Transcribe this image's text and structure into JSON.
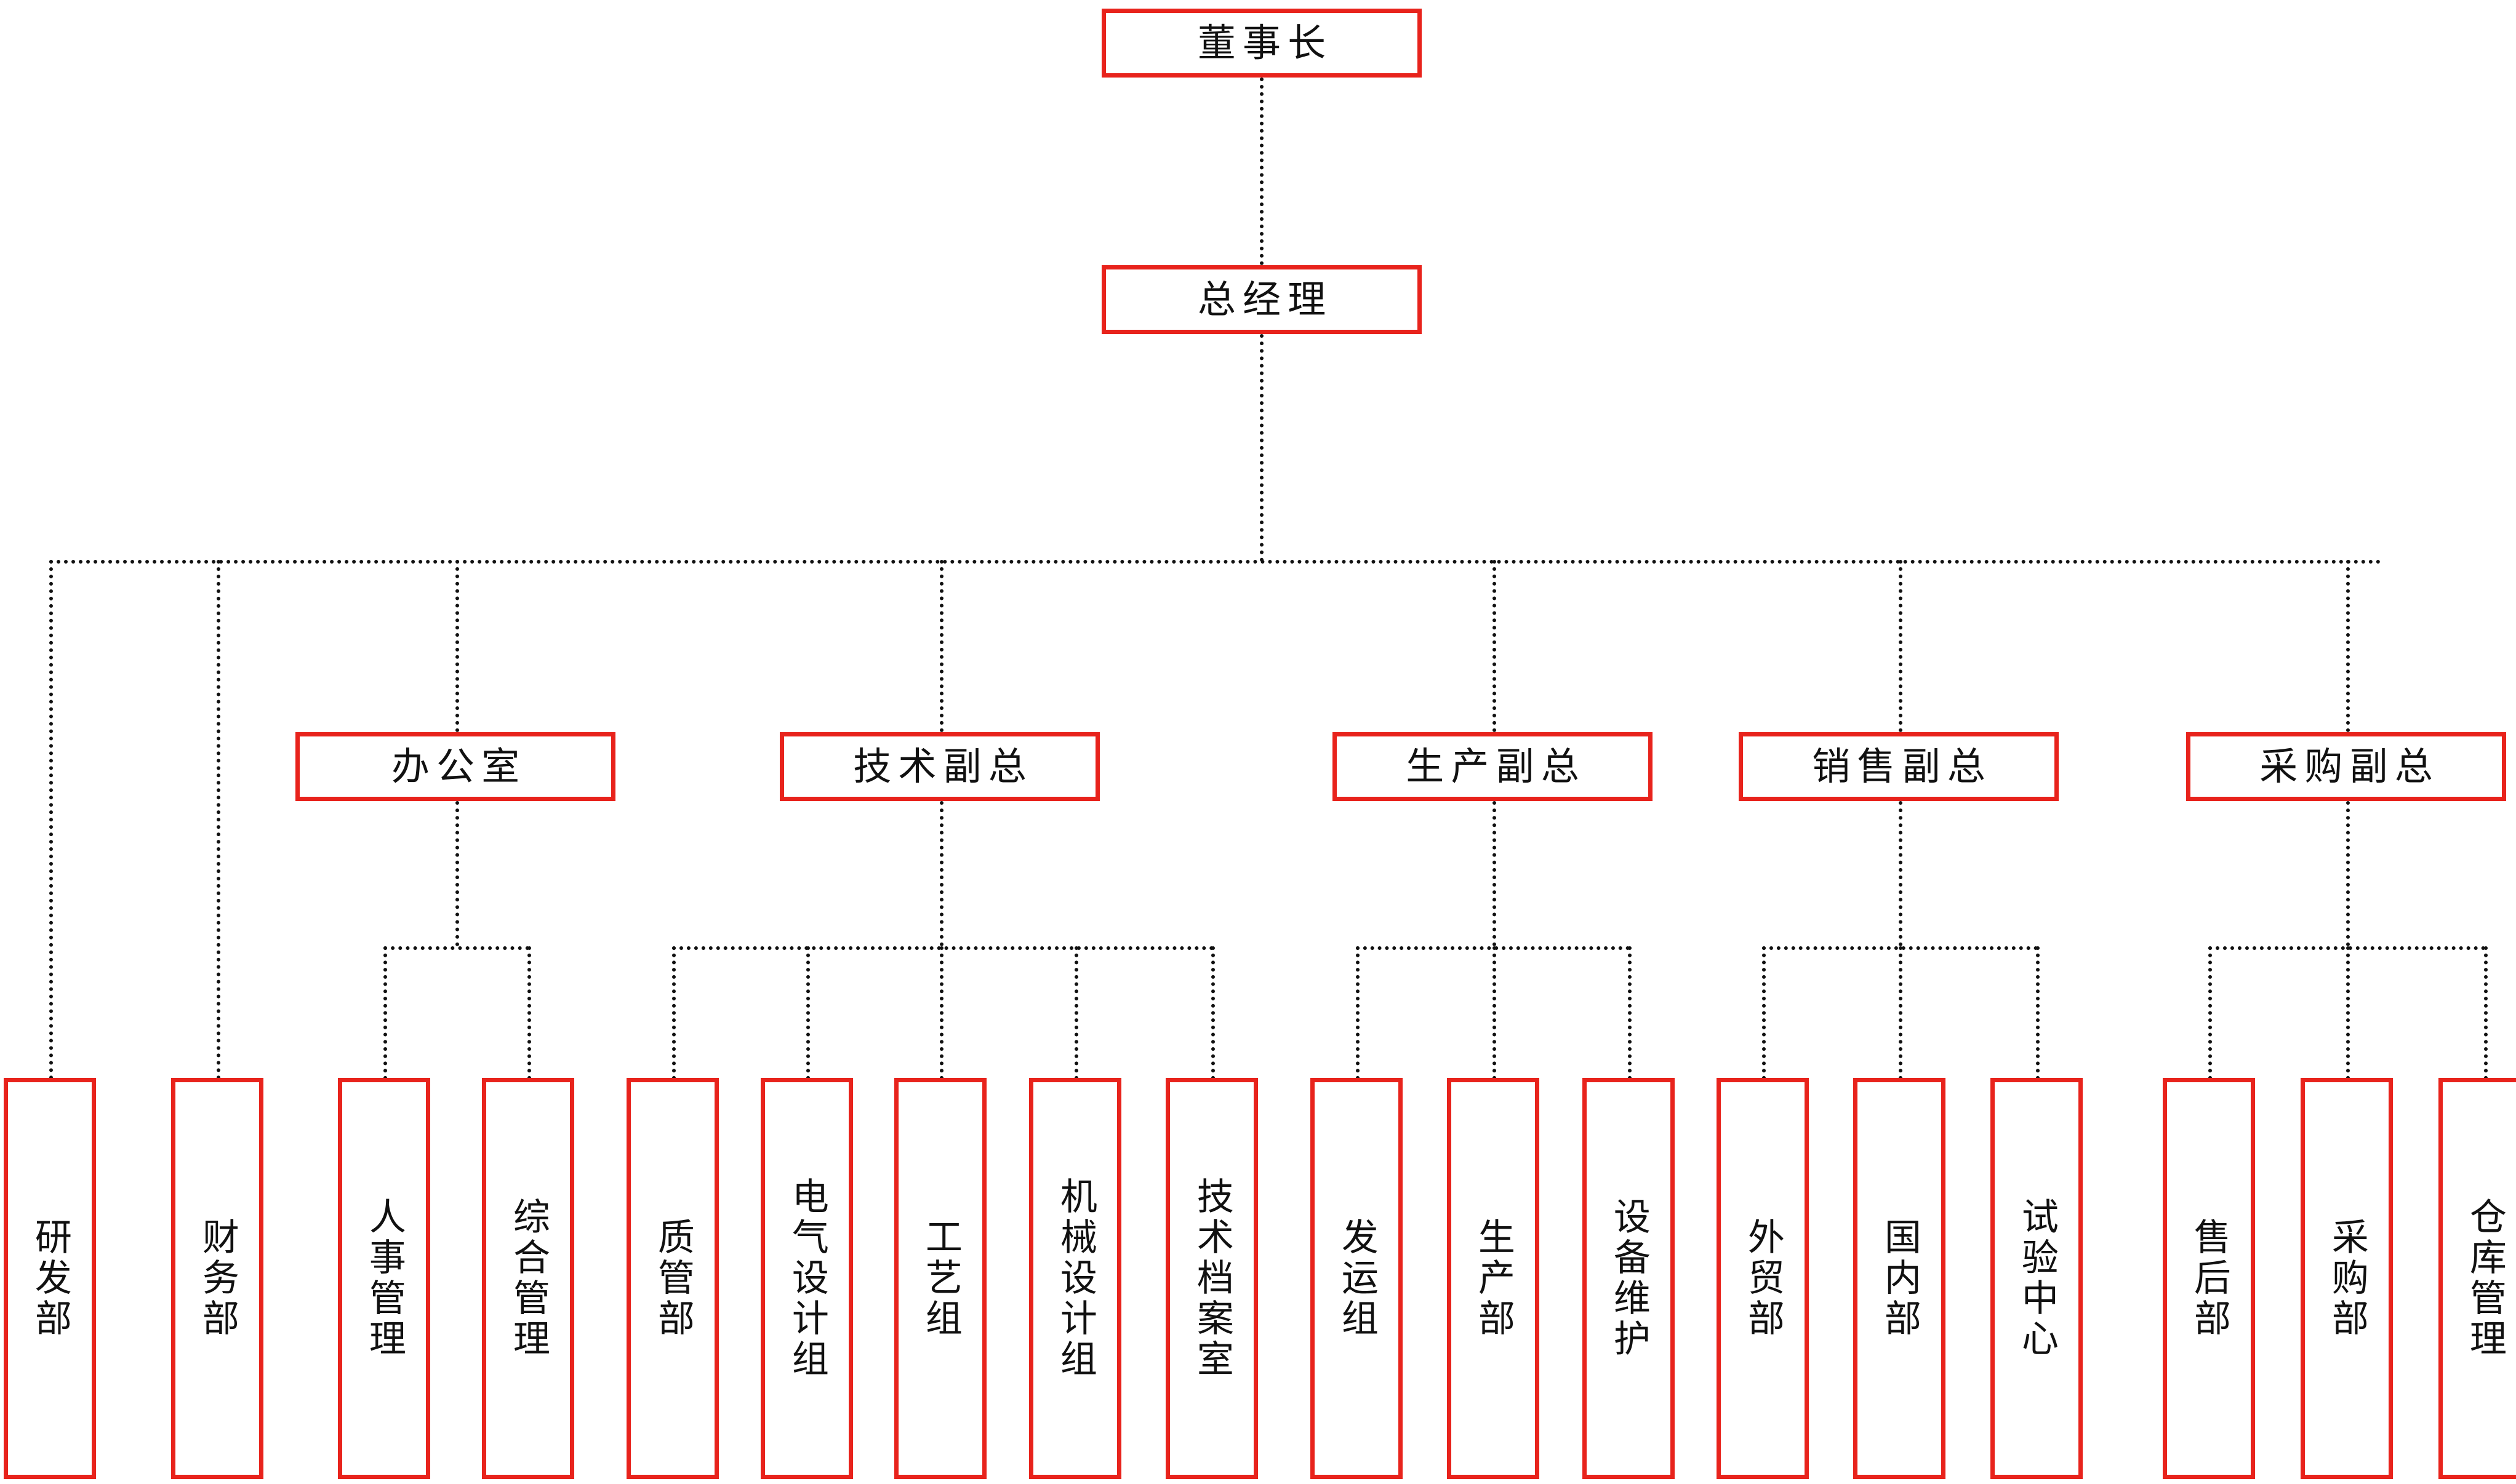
{
  "chart": {
    "type": "org-chart",
    "title": "",
    "box_border_color": "#e8231c",
    "connector_color": "#111111",
    "connector_style": "dotted",
    "background_color": "#ffffff",
    "text_color": "#111111"
  },
  "levels": {
    "level1": [
      {
        "id": "chairman",
        "label": "董事长",
        "orientation": "horizontal"
      }
    ],
    "level2": [
      {
        "id": "general-manager",
        "label": "总经理",
        "orientation": "horizontal"
      }
    ],
    "level3": [
      {
        "id": "office",
        "label": "办公室",
        "orientation": "horizontal"
      },
      {
        "id": "technical-vp",
        "label": "技术副总",
        "orientation": "horizontal"
      },
      {
        "id": "production-vp",
        "label": "生产副总",
        "orientation": "horizontal"
      },
      {
        "id": "sales-vp",
        "label": "销售副总",
        "orientation": "horizontal"
      },
      {
        "id": "purchasing-vp",
        "label": "采购副总",
        "orientation": "horizontal"
      }
    ],
    "level4": [
      {
        "id": "rd-dept",
        "label": "研发部",
        "orientation": "vertical",
        "parent": "general-manager"
      },
      {
        "id": "finance-dept",
        "label": "财务部",
        "orientation": "vertical",
        "parent": "general-manager"
      },
      {
        "id": "hr-management",
        "label": "人事管理",
        "orientation": "vertical",
        "parent": "office"
      },
      {
        "id": "general-management",
        "label": "综合管理",
        "orientation": "vertical",
        "parent": "office"
      },
      {
        "id": "quality-dept",
        "label": "质管部",
        "orientation": "vertical",
        "parent": "technical-vp"
      },
      {
        "id": "electrical-design-group",
        "label": "电气设计组",
        "orientation": "vertical",
        "parent": "technical-vp"
      },
      {
        "id": "process-group",
        "label": "工艺组",
        "orientation": "vertical",
        "parent": "technical-vp"
      },
      {
        "id": "mechanical-design-group",
        "label": "机械设计组",
        "orientation": "vertical",
        "parent": "technical-vp"
      },
      {
        "id": "technical-archives",
        "label": "技术档案室",
        "orientation": "vertical",
        "parent": "technical-vp"
      },
      {
        "id": "shipping-group",
        "label": "发运组",
        "orientation": "vertical",
        "parent": "production-vp"
      },
      {
        "id": "production-dept",
        "label": "生产部",
        "orientation": "vertical",
        "parent": "production-vp"
      },
      {
        "id": "equipment-maintenance",
        "label": "设备维护",
        "orientation": "vertical",
        "parent": "production-vp"
      },
      {
        "id": "foreign-trade-dept",
        "label": "外贸部",
        "orientation": "vertical",
        "parent": "sales-vp"
      },
      {
        "id": "domestic-dept",
        "label": "国内部",
        "orientation": "vertical",
        "parent": "sales-vp"
      },
      {
        "id": "testing-center",
        "label": "试验中心",
        "orientation": "vertical",
        "parent": "sales-vp"
      },
      {
        "id": "after-sales-dept",
        "label": "售后部",
        "orientation": "vertical",
        "parent": "purchasing-vp"
      },
      {
        "id": "purchasing-dept",
        "label": "采购部",
        "orientation": "vertical",
        "parent": "purchasing-vp"
      },
      {
        "id": "warehouse-management",
        "label": "仓库管理",
        "orientation": "vertical",
        "parent": "purchasing-vp"
      }
    ]
  }
}
